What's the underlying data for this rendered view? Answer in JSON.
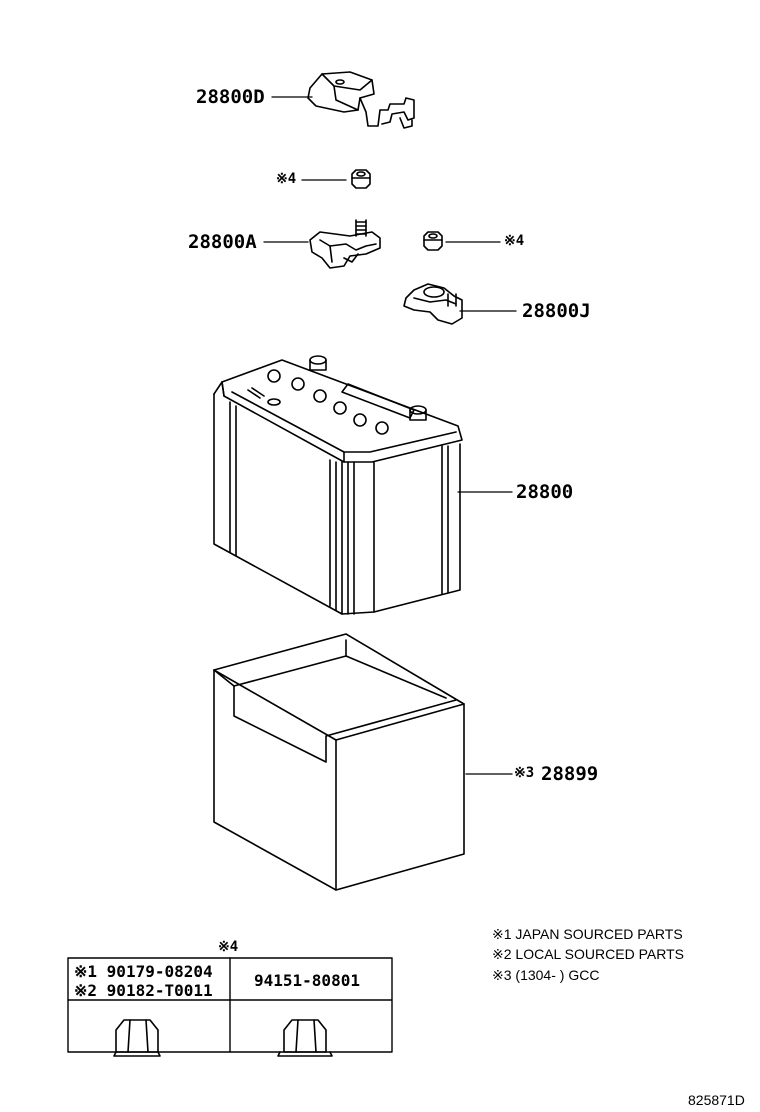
{
  "parts": {
    "terminal_cover": "28800D",
    "nut_upper_ref": "※4",
    "pos_terminal": "28800A",
    "nut_right_ref": "※4",
    "neg_terminal": "28800J",
    "battery": "28800",
    "tray_ref": "※3",
    "tray": "28899"
  },
  "notes": [
    "※1  JAPAN SOURCED PARTS",
    "※2  LOCAL SOURCED PARTS",
    "※3 (1304-        ) GCC"
  ],
  "table": {
    "ref": "※4",
    "cell1_line1": "※1 90179-08204",
    "cell1_line2": "※2 90182-T0011",
    "cell2": "94151-80801"
  },
  "diagram_id": "825871D"
}
